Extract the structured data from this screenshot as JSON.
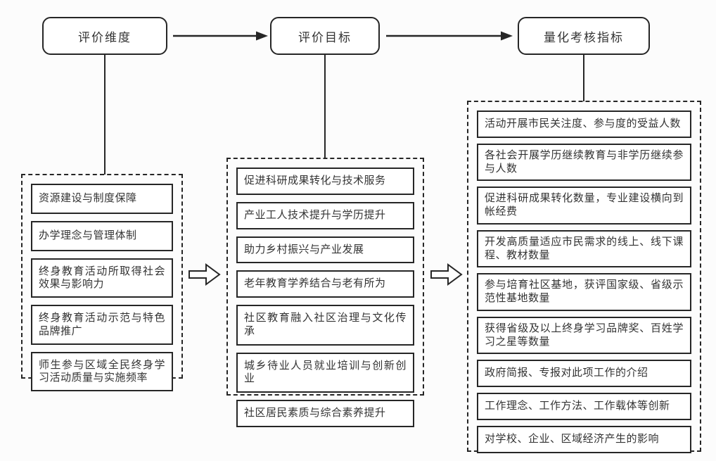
{
  "headers": [
    {
      "label": "评价维度"
    },
    {
      "label": "评价目标"
    },
    {
      "label": "量化考核指标"
    }
  ],
  "dimension": {
    "items": [
      "资源建设与制度保障",
      "办学理念与管理体制",
      "终身教育活动所取得社会效果与影响力",
      "终身教育活动示范与特色品牌推广",
      "师生参与区域全民终身学习活动质量与实施频率"
    ]
  },
  "goal": {
    "items": [
      "促进科研成果转化与技术服务",
      "产业工人技术提升与学历提升",
      "助力乡村振兴与产业发展",
      "老年教育学养结合与老有所为",
      "社区教育融入社区治理与文化传承",
      "城乡待业人员就业培训与创新创业",
      "社区居民素质与综合素养提升"
    ]
  },
  "indicator": {
    "items": [
      "活动开展市民关注度、参与度的受益人数",
      "各社会开展学历继续教育与非学历继续参与人数",
      "促进科研成果转化数量，专业建设横向到帐经费",
      "开发高质量适应市民需求的线上、线下课程、教材数量",
      "参与培育社区基地，获评国家级、省级示范性基地数量",
      "获得省级及以上终身学习品牌奖、百姓学习之星等数量",
      "政府简报、专报对此项工作的介绍",
      "工作理念、工作方法、工作载体等创新",
      "对学校、企业、区域经济产生的影响"
    ]
  },
  "colors": {
    "line": "#262626",
    "text": "#333333",
    "background": "#fcfcfc",
    "box_fill": "#ffffff"
  }
}
